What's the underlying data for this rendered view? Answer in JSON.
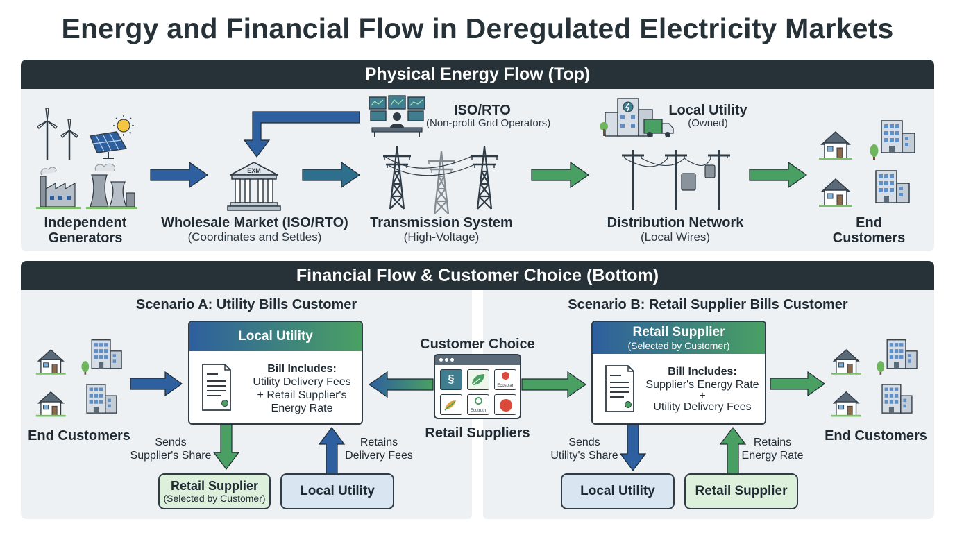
{
  "title": "Energy and Financial Flow in Deregulated Electricity Markets",
  "physical": {
    "header": "Physical Energy Flow (Top)",
    "generators": {
      "line1": "Independent",
      "line2": "Generators"
    },
    "wholesale": {
      "label": "Wholesale Market (ISO/RTO)",
      "sub": "(Coordinates and Settles)",
      "building_text": "EXM"
    },
    "iso": {
      "label": "ISO/RTO",
      "sub": "(Non-profit Grid Operators)"
    },
    "transmission": {
      "label": "Transmission System",
      "sub": "(High-Voltage)"
    },
    "local_utility": {
      "label": "Local Utility",
      "sub": "(Owned)"
    },
    "distribution": {
      "label": "Distribution Network",
      "sub": "(Local Wires)"
    },
    "end_customers": {
      "line1": "End",
      "line2": "Customers"
    }
  },
  "financial": {
    "header": "Financial Flow & Customer Choice (Bottom)",
    "scenario_a": {
      "title": "Scenario A: Utility Bills Customer",
      "end_customers": "End Customers",
      "card_title": "Local Utility",
      "bill_lines": [
        "Bill Includes:",
        "Utility Delivery Fees",
        "+ Retail Supplier's",
        "Energy Rate"
      ],
      "sends_note": [
        "Sends",
        "Supplier's Share"
      ],
      "retains_note": [
        "Retains",
        "Delivery Fees"
      ],
      "supplier_pill": {
        "label": "Retail Supplier",
        "sub": "(Selected by Customer)"
      },
      "utility_pill": "Local Utility"
    },
    "choice": {
      "title": "Customer Choice",
      "label": "Retail Suppliers",
      "tile_texts": [
        "Ecosolar",
        "Ecotruth"
      ]
    },
    "scenario_b": {
      "title": "Scenario B: Retail Supplier Bills Customer",
      "card_title": "Retail Supplier",
      "card_sub": "(Selected by Customer)",
      "bill_lines": [
        "Bill Includes:",
        "Supplier's Energy Rate",
        "+",
        "Utility Delivery Fees"
      ],
      "sends_note": [
        "Sends",
        "Utility's Share"
      ],
      "retains_note": [
        "Retains",
        "Energy Rate"
      ],
      "utility_pill": "Local Utility",
      "supplier_pill": "Retail Supplier",
      "end_customers": "End Customers"
    }
  },
  "colors": {
    "dark_header": "#263238",
    "band_bg": "#eef1f4",
    "blue": "#2e5f9e",
    "green": "#4aa063",
    "green_light": "#dcf0db",
    "blue_light": "#d9e6f2"
  }
}
